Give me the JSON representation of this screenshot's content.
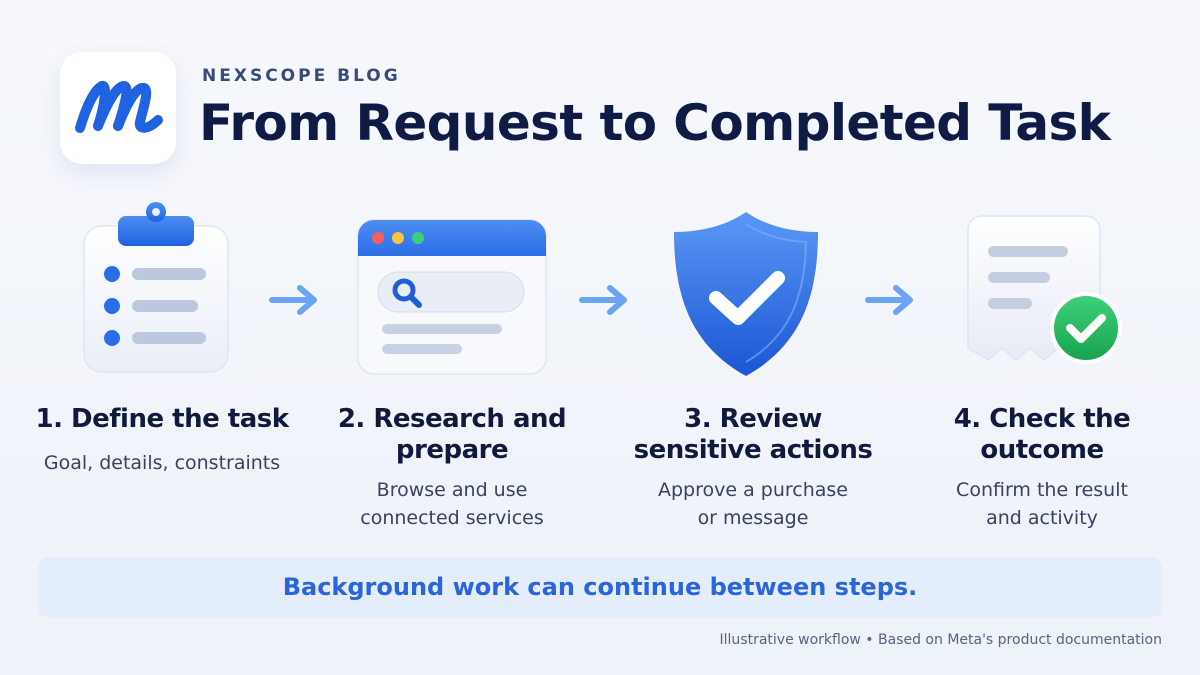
{
  "header": {
    "eyebrow": "NEXSCOPE BLOG",
    "title": "From Request to Completed Task"
  },
  "steps": [
    {
      "title_line1": "1. Define the task",
      "title_line2": "",
      "desc_line1": "Goal, details, constraints",
      "desc_line2": "",
      "icon": "clipboard-list-icon"
    },
    {
      "title_line1": "2. Research and",
      "title_line2": "prepare",
      "desc_line1": "Browse and use",
      "desc_line2": "connected services",
      "icon": "browser-search-icon"
    },
    {
      "title_line1": "3. Review",
      "title_line2": "sensitive actions",
      "desc_line1": "Approve a purchase",
      "desc_line2": "or message",
      "icon": "shield-check-icon"
    },
    {
      "title_line1": "4. Check the",
      "title_line2": "outcome",
      "desc_line1": "Confirm the result",
      "desc_line2": "and activity",
      "icon": "receipt-check-icon"
    }
  ],
  "banner": {
    "text": "Background work can continue between steps."
  },
  "footnote": "Illustrative workflow • Based on Meta's product documentation",
  "colors": {
    "accent": "#2f6fe4",
    "title": "#0f1b45",
    "banner_bg": "#e4edfb",
    "banner_text": "#2a66d9",
    "success": "#22b45a"
  }
}
